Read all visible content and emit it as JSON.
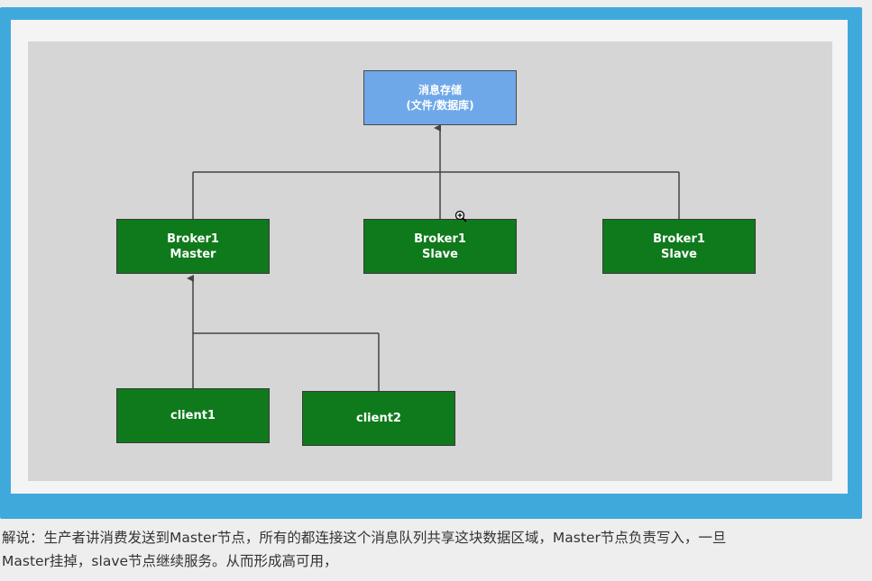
{
  "diagram": {
    "storage": {
      "line1": "消息存储",
      "line2": "(文件/数据库)"
    },
    "brokers": [
      {
        "line1": "Broker1",
        "line2": "Master"
      },
      {
        "line1": "Broker1",
        "line2": "Slave"
      },
      {
        "line1": "Broker1",
        "line2": "Slave"
      }
    ],
    "clients": [
      {
        "label": "client1"
      },
      {
        "label": "client2"
      }
    ],
    "colors": {
      "frame": "#3fa9dc",
      "node_green": "#0f7a1c",
      "node_blue": "#6ea8e8",
      "canvas": "#d6d6d6"
    }
  },
  "caption": {
    "line1": "解说：生产者讲消费发送到Master节点，所有的都连接这个消息队列共享这块数据区域，Master节点负责写入，一旦",
    "line2": "Master挂掉，slave节点继续服务。从而形成高可用，"
  }
}
